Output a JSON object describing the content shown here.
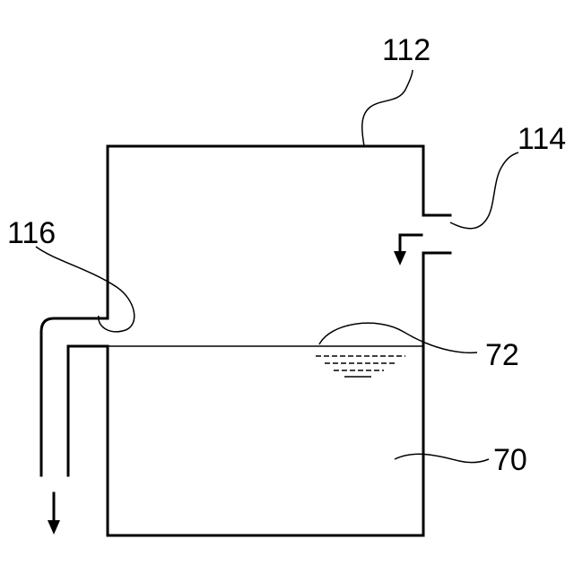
{
  "labels": {
    "tank": "112",
    "inlet_pipe": "114",
    "outlet_pipe": "116",
    "liquid_surface": "72",
    "liquid": "70"
  }
}
